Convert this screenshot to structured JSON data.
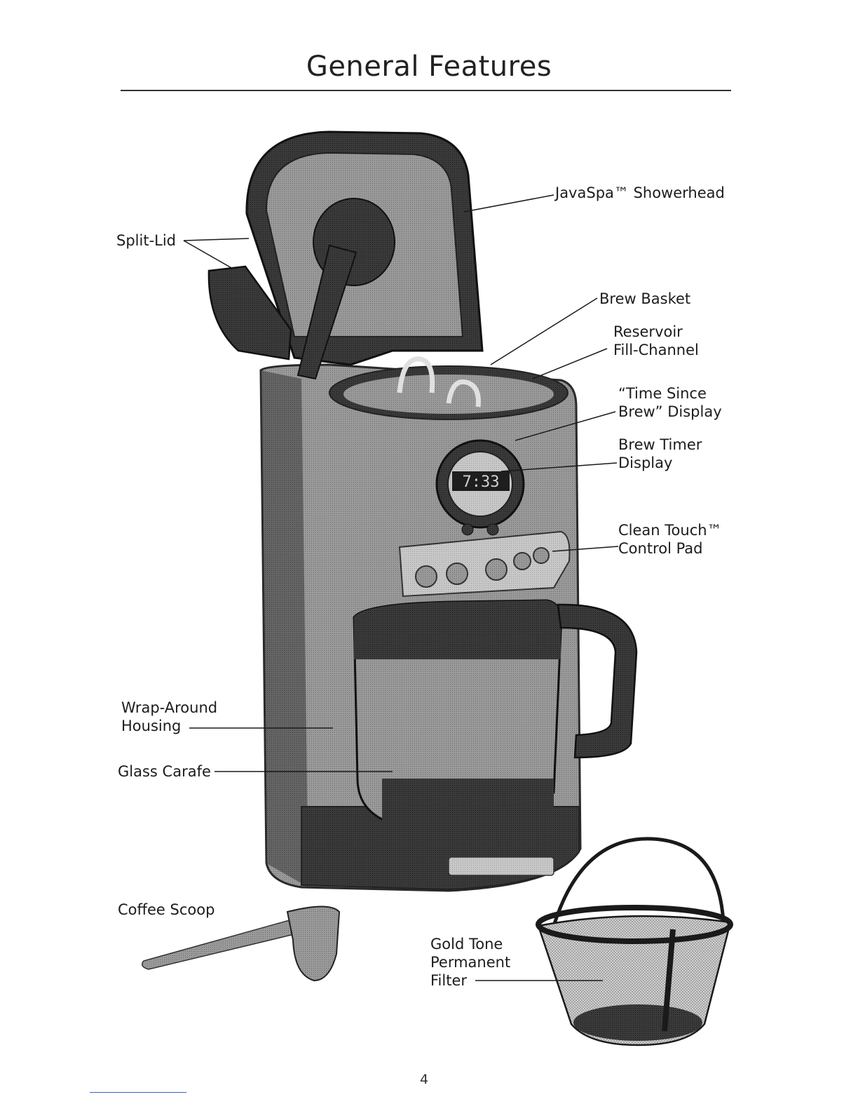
{
  "page": {
    "title": "General Features",
    "page_number": "4"
  },
  "labels": {
    "showerhead": "JavaSpa™ Showerhead",
    "split_lid": "Split-Lid",
    "brew_basket": "Brew Basket",
    "reservoir_line1": "Reservoir",
    "reservoir_line2": "Fill-Channel",
    "time_since_line1": "“Time Since",
    "time_since_line2": "Brew” Display",
    "brew_timer_line1": "Brew Timer",
    "brew_timer_line2": "Display",
    "clean_touch_line1": "Clean Touch™",
    "clean_touch_line2": "Control Pad",
    "wrap_line1": "Wrap-Around",
    "wrap_line2": "Housing",
    "glass_carafe": "Glass Carafe",
    "coffee_scoop": "Coffee Scoop",
    "filter_line1": "Gold Tone",
    "filter_line2": "Permanent",
    "filter_line3": "Filter"
  },
  "illustration": {
    "display_readout": "7:33"
  }
}
